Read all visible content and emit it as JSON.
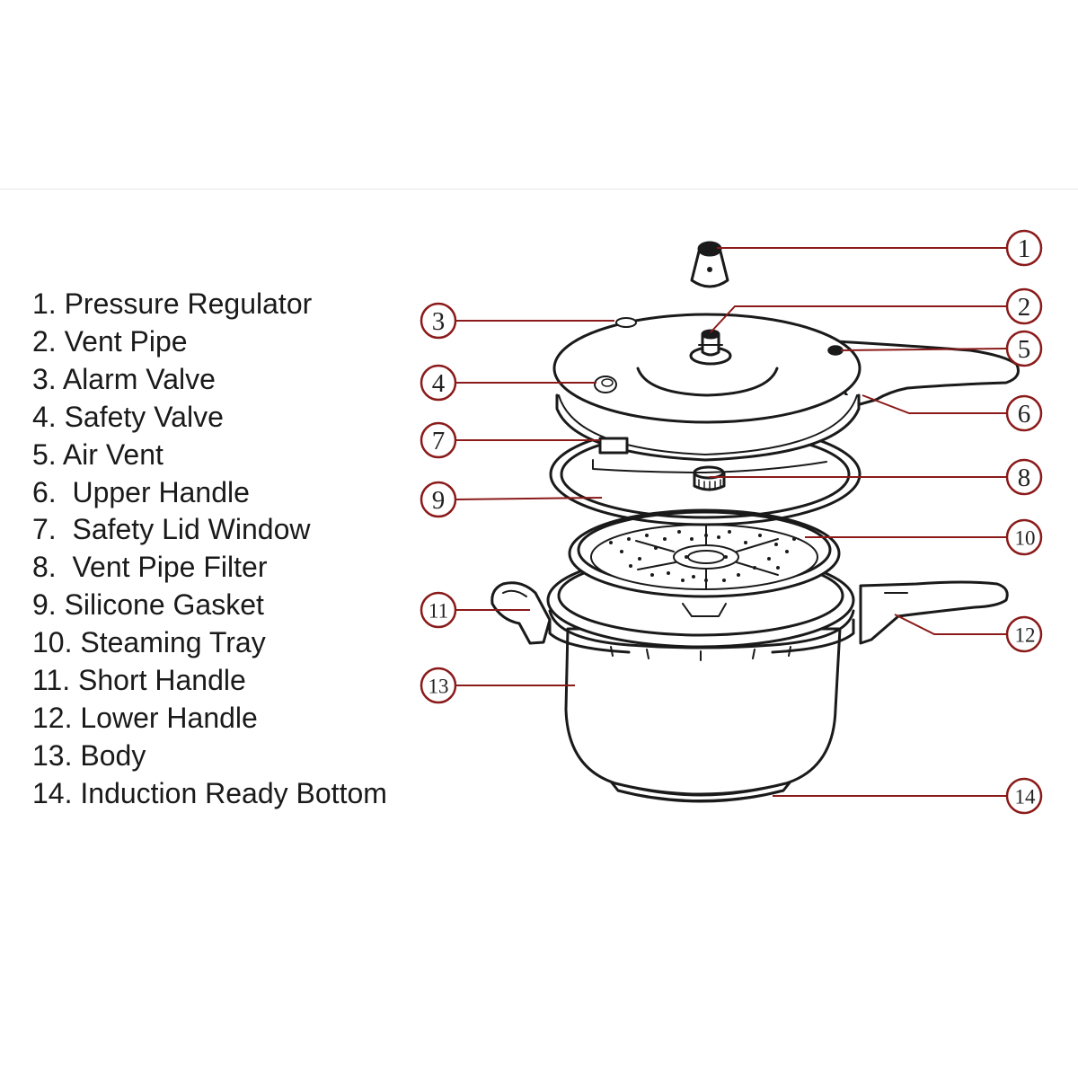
{
  "legend": {
    "items": [
      "1. Pressure Regulator",
      "2. Vent Pipe",
      "3. Alarm Valve",
      "4. Safety Valve",
      "5. Air Vent",
      "6.  Upper Handle",
      "7.  Safety Lid Window",
      "8.  Vent Pipe Filter",
      "9. Silicone Gasket",
      "10. Steaming Tray",
      "11. Short Handle",
      "12. Lower Handle",
      "13. Body",
      "14. Induction Ready Bottom"
    ]
  },
  "callouts": {
    "c1": "1",
    "c2": "2",
    "c3": "3",
    "c4": "4",
    "c5": "5",
    "c6": "6",
    "c7": "7",
    "c8": "8",
    "c9": "9",
    "c10": "10",
    "c11": "11",
    "c12": "12",
    "c13": "13",
    "c14": "14"
  },
  "colors": {
    "leader_line": "#8b1a1a",
    "callout_circle": "#8b1a1a",
    "outline": "#1a1a1a",
    "text": "#1a1a1a"
  }
}
